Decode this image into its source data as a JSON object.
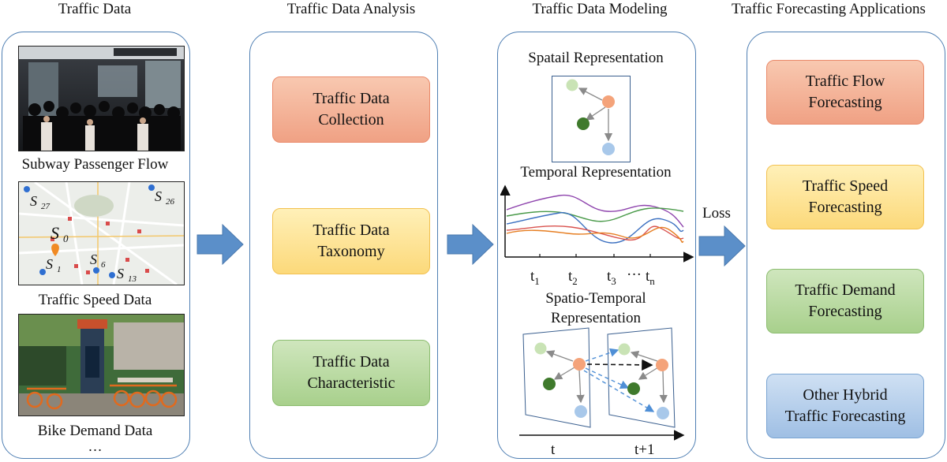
{
  "columns": {
    "data": {
      "title": "Traffic Data",
      "captions": [
        "Subway Passenger Flow",
        "Traffic Speed Data",
        "Bike Demand Data"
      ],
      "ellipsis": "…",
      "map_labels": [
        "S",
        "27",
        "S",
        "26",
        "S",
        "0",
        "S",
        "1",
        "S",
        "6",
        "S",
        "13"
      ]
    },
    "analysis": {
      "title": "Traffic Data Analysis",
      "boxes": [
        {
          "line1": "Traffic Data",
          "line2": "Collection"
        },
        {
          "line1": "Traffic Data",
          "line2": "Taxonomy"
        },
        {
          "line1": "Traffic Data",
          "line2": "Characteristic"
        }
      ]
    },
    "modeling": {
      "title": "Traffic Data Modeling",
      "spatial": "Spatail Representation",
      "temporal": "Temporal Representation",
      "spatio_temporal_line1": "Spatio-Temporal",
      "spatio_temporal_line2": "Representation",
      "time_ticks": [
        {
          "base": "t",
          "sub": "1"
        },
        {
          "base": "t",
          "sub": "2"
        },
        {
          "base": "t",
          "sub": "3"
        },
        {
          "base": "t",
          "sub": "n"
        }
      ],
      "dots": "···",
      "st_axis": [
        "t",
        "t+1"
      ]
    },
    "applications": {
      "title": "Traffic Forecasting Applications",
      "loss": "Loss",
      "boxes": [
        {
          "line1": "Traffic Flow",
          "line2": "Forecasting"
        },
        {
          "line1": "Traffic Speed",
          "line2": "Forecasting"
        },
        {
          "line1": "Traffic Demand",
          "line2": "Forecasting"
        },
        {
          "line1": "Other Hybrid",
          "line2": "Traffic Forecasting"
        }
      ]
    }
  },
  "colors": {
    "panel_border": "#4f7fb3",
    "arrow": "#5b8fc9",
    "node_orange": "#f4a37a",
    "node_light_green": "#c9e3b5",
    "node_dark_green": "#3f7a2c",
    "node_blue": "#a8c8ea",
    "series": [
      "#8e44ad",
      "#4a9a4a",
      "#3a6fc0",
      "#d9534f",
      "#e67e22"
    ]
  }
}
